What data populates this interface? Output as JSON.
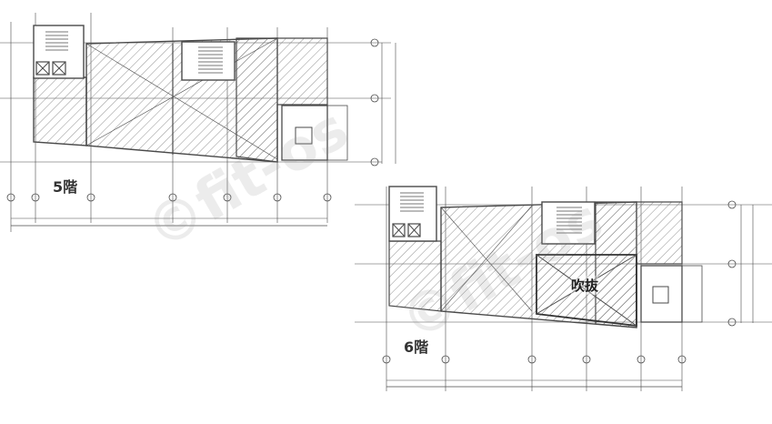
{
  "floors": {
    "fifth": {
      "label": "5階"
    },
    "sixth": {
      "label": "6階",
      "void_label": "吹抜"
    }
  },
  "watermark": {
    "text": "©fit-os"
  },
  "colors": {
    "line": "#4a4a4a",
    "hatch": "#6e6e6e",
    "fill": "#d9d9d9"
  }
}
